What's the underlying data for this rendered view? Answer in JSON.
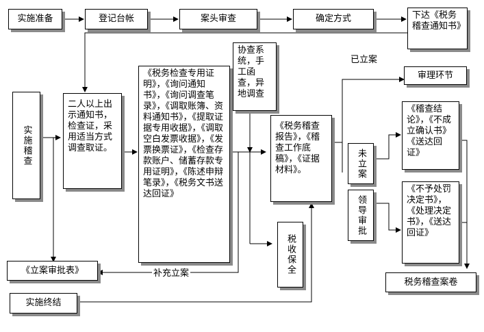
{
  "steps": {
    "prepare": "实施准备",
    "register": "登记台帐",
    "case_review": "案头审查",
    "determine_method": "确定方式",
    "notice": "下达《税务稽查通知书》",
    "implement": "实施稽查",
    "two_persons": "二人以上出示通知书，检查证，采用适当方式调查取证。",
    "documents": "《税务检查专用证明》，《询问通知书》，《询问调查笔录》，《调取账簿、资料通知书》，《提取证据专用收据》，《调取空白发票收据》，《发票换票证》，《检查存款账户、储蓄存款专用证明》，《陈述申辩笔录》，《税务文书送达回证》",
    "assist": "协查系统，手工函查，异地调查",
    "report": "《税务稽查报告》，《稽查工作底稿》，《证据材料》。",
    "not_filed": "未立案",
    "leader_approval": "领导审批",
    "review_stage": "审理环节",
    "conclusion": "《稽查结论》，《不成立确认书》《送达回证》",
    "no_penalty": "《不予处罚决定书》，《处理决定书》，《送达回证》",
    "tax_preservation": "税收保全",
    "filing_approval": "《立案审批表》",
    "archive": "税务稽查案卷",
    "finish": "实施终结"
  },
  "labels": {
    "filed": "已立案",
    "supplement": "补充立案"
  }
}
